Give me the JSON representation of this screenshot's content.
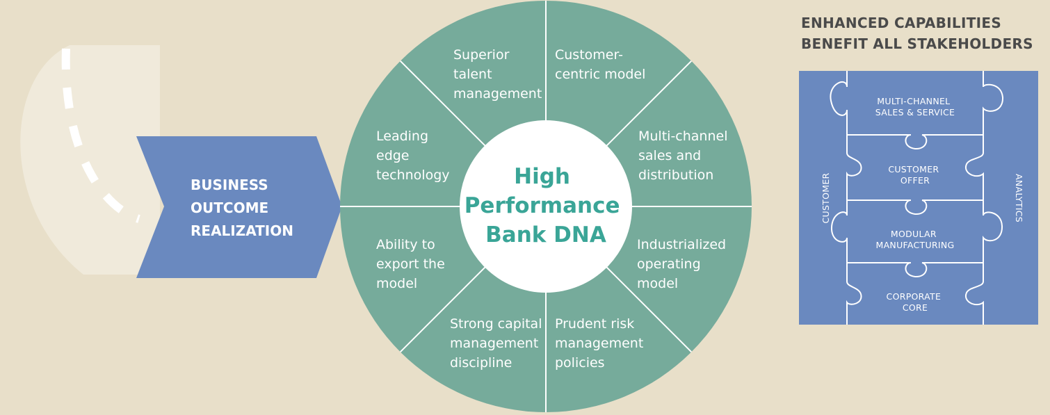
{
  "outcome": {
    "lines": [
      "BUSINESS",
      "OUTCOME",
      "REALIZATION"
    ]
  },
  "wheel": {
    "center_lines": [
      "High",
      "Performance",
      "Bank DNA"
    ],
    "segments": [
      {
        "id": "talent",
        "lines": [
          "Superior",
          "talent",
          "management"
        ]
      },
      {
        "id": "customer-centric",
        "lines": [
          "Customer-",
          "centric model"
        ]
      },
      {
        "id": "multichannel",
        "lines": [
          "Multi-channel",
          "sales and",
          "distribution"
        ]
      },
      {
        "id": "industrialized",
        "lines": [
          "Industrialized",
          "operating",
          "model"
        ]
      },
      {
        "id": "risk",
        "lines": [
          "Prudent risk",
          "management",
          "policies"
        ]
      },
      {
        "id": "capital",
        "lines": [
          "Strong capital",
          "management",
          "discipline"
        ]
      },
      {
        "id": "export",
        "lines": [
          "Ability to",
          "export the",
          "model"
        ]
      },
      {
        "id": "technology",
        "lines": [
          "Leading",
          "edge",
          "technology"
        ]
      }
    ]
  },
  "capabilities": {
    "title_lines": [
      "ENHANCED CAPABILITIES",
      "BENEFIT ALL STAKEHOLDERS"
    ],
    "left_label": "CUSTOMER",
    "right_label": "ANALYTICS",
    "pieces": [
      {
        "id": "multichannel",
        "lines": [
          "MULTI-CHANNEL",
          "SALES & SERVICE"
        ]
      },
      {
        "id": "offer",
        "lines": [
          "CUSTOMER",
          "OFFER"
        ]
      },
      {
        "id": "manufacturing",
        "lines": [
          "MODULAR",
          "MANUFACTURING"
        ]
      },
      {
        "id": "core",
        "lines": [
          "CORPORATE",
          "CORE"
        ]
      }
    ]
  },
  "colors": {
    "background": "#e8dfc9",
    "wheel": "#76ab9b",
    "chevron": "#6a89bf",
    "puzzle": "#6a89bf",
    "center_text": "#3aa597",
    "road": "#f4efe4"
  }
}
